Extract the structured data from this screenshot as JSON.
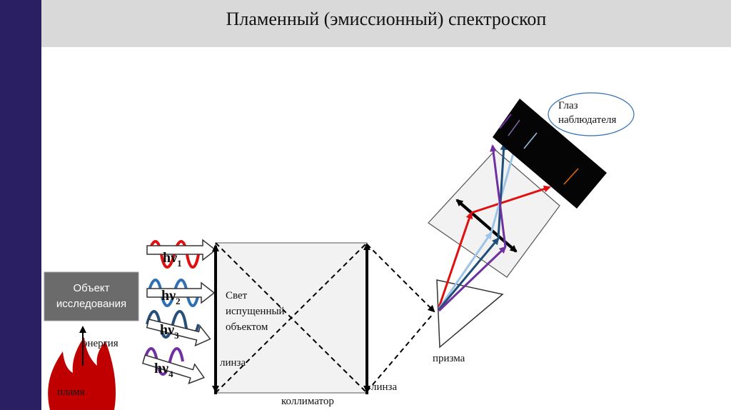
{
  "title": "Пламенный (эмиссионный) спектроскоп",
  "labels": {
    "object_line1": "Объект",
    "object_line2": "исследования",
    "energy": "энергия",
    "flame": "пламя",
    "light_line1": "Свет",
    "light_line2": "испущенный",
    "light_line3": "объектом",
    "lens_left": "линза",
    "lens_right": "линза",
    "collimator": "коллиматор",
    "prism": "призма",
    "eye_line1": "Глаз",
    "eye_line2": "наблюдателя"
  },
  "photons": [
    {
      "base": "hν",
      "sub": "1",
      "color": "#e01010"
    },
    {
      "base": "hν",
      "sub": "2",
      "color": "#2f6fb3"
    },
    {
      "base": "hν",
      "sub": "3",
      "color": "#264f7a"
    },
    {
      "base": "hν",
      "sub": "4",
      "color": "#7030a0"
    }
  ],
  "colors": {
    "background_bar": "#2b1f63",
    "title_band": "#d9d9d9",
    "object_box": "#6b6b6b",
    "flame": "#c00000",
    "ray_red": "#e01010",
    "ray_light_blue": "#9dc3e6",
    "ray_dark_blue": "#1f4e79",
    "ray_purple": "#7030a0"
  }
}
